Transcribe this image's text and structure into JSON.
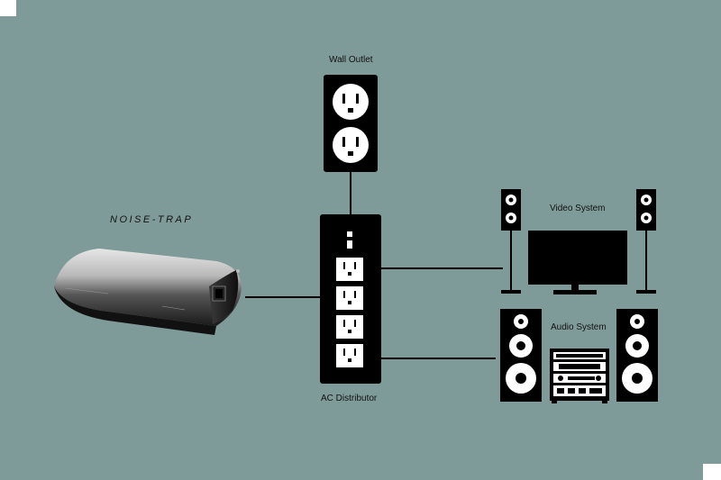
{
  "labels": {
    "wall_outlet": "Wall Outlet",
    "ac_distributor": "AC Distributor",
    "video_system": "Video System",
    "audio_system": "Audio System",
    "brand": "NOISE-TRAP"
  },
  "colors": {
    "background": "#7f9b99",
    "device": "#000000",
    "outlet": "#ffffff",
    "line": "#000000"
  },
  "icons": [
    "wall-outlet-icon",
    "ac-distributor-icon",
    "noise-trap-device",
    "speaker-icon",
    "tv-icon",
    "amplifier-icon"
  ]
}
